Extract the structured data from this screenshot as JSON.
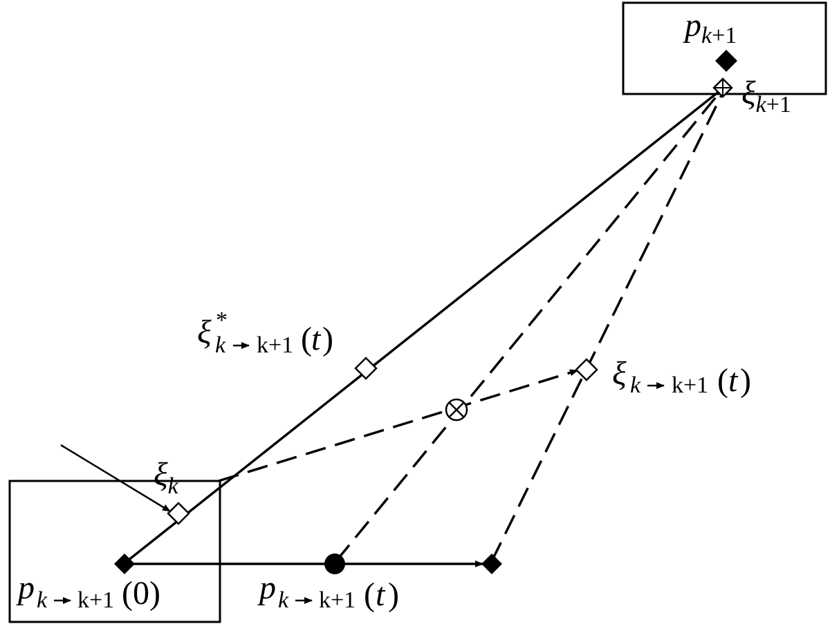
{
  "labels": {
    "p_k1": {
      "main": "p",
      "sub_k": "k",
      "sub_rest": "+1"
    },
    "xi_k1": {
      "main": "ξ",
      "sub_k": "k",
      "sub_rest": "+1"
    },
    "xi_star": {
      "main": "ξ",
      "sup": "*",
      "sub_k": "k",
      "sub_rest": "k+1",
      "paren_open": "(",
      "arg": "t",
      "paren_close": ")"
    },
    "xi_t": {
      "main": "ξ",
      "sub_k": "k",
      "sub_rest": "k+1",
      "paren_open": "(",
      "arg": "t",
      "paren_close": ")"
    },
    "xi_k": {
      "main": "ξ",
      "sub_k": "k"
    },
    "p_0": {
      "main": "p",
      "sub_k": "k",
      "sub_rest": "k+1",
      "arg": "(0)"
    },
    "p_t": {
      "main": "p",
      "sub_k": "k",
      "sub_rest": "k+1",
      "paren_open": "(",
      "arg": "t",
      "paren_close": ")"
    }
  }
}
